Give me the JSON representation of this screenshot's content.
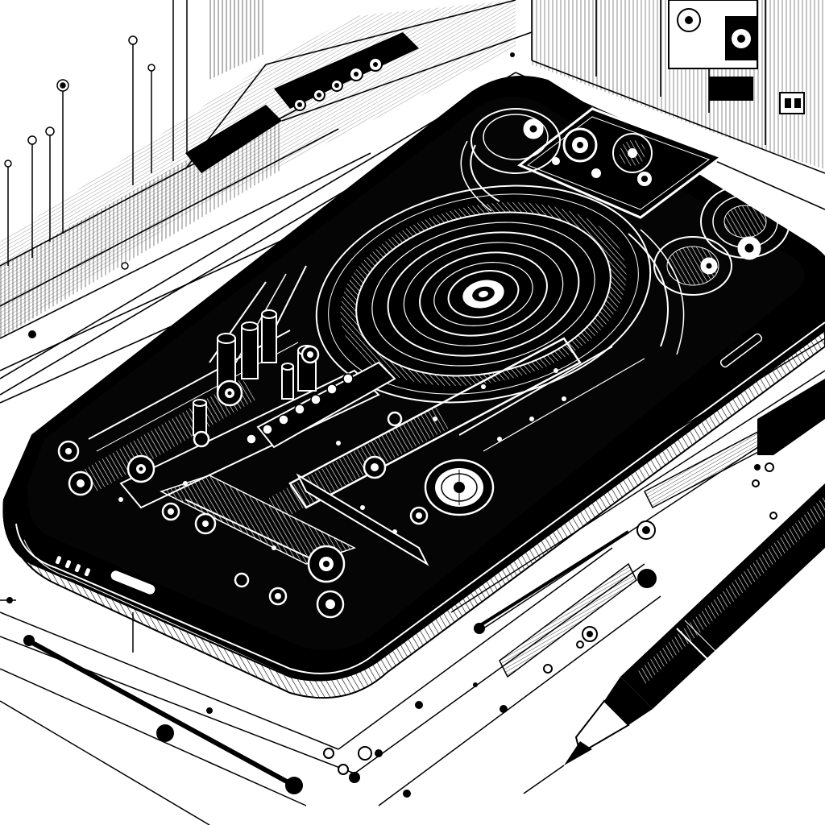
{
  "colors": {
    "ink": "#000000",
    "paper": "#ffffff",
    "screen": "#050505",
    "gray": "#555555",
    "light_gray": "#9a9a9a"
  },
  "scene": {
    "subject": "smartphone-with-circuit-artwork",
    "style": "black-and-white pen illustration",
    "elements": [
      "phone",
      "screen-circuitry",
      "large-concentric-circle",
      "camera-block",
      "stylus-pen",
      "background-circuit-lines",
      "foreground-trace-lines"
    ]
  }
}
